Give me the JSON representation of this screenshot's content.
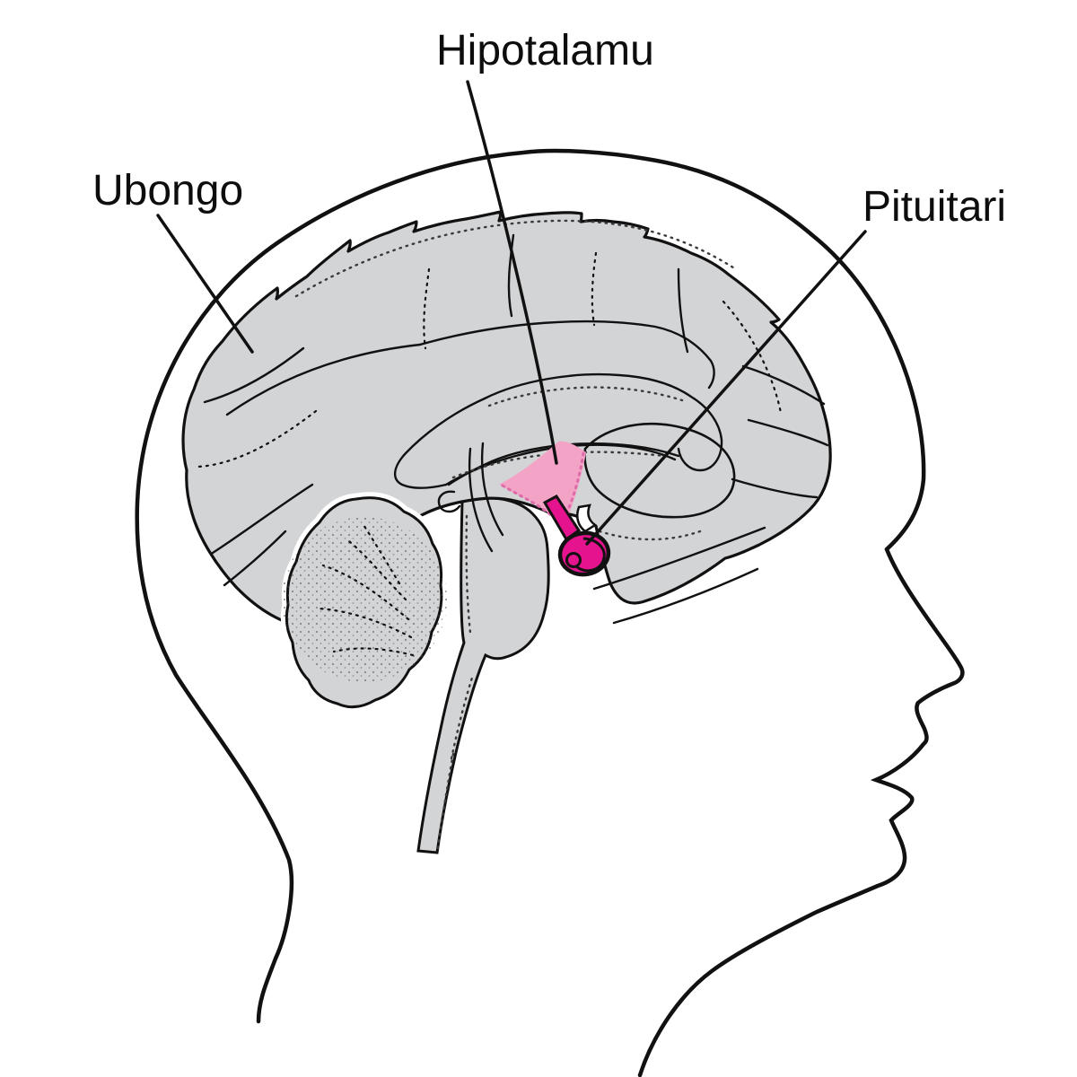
{
  "figure": {
    "description": "Midsagittal diagram of the human brain shown inside a head profile",
    "language": "Swahili",
    "background": "#ffffff",
    "parts": [
      {
        "id": "brain",
        "label": "Ubongo"
      },
      {
        "id": "hypothalamus",
        "label": "Hipotalamu"
      },
      {
        "id": "pituitary",
        "label": "Pituitari"
      }
    ],
    "colors": {
      "background": "#ffffff",
      "brain": "#d3d4d6",
      "hypothalamus": "#f2a3c6",
      "pituitary": "#e5148e",
      "outline": "#111111",
      "label_text": "#0d0d0d"
    }
  }
}
